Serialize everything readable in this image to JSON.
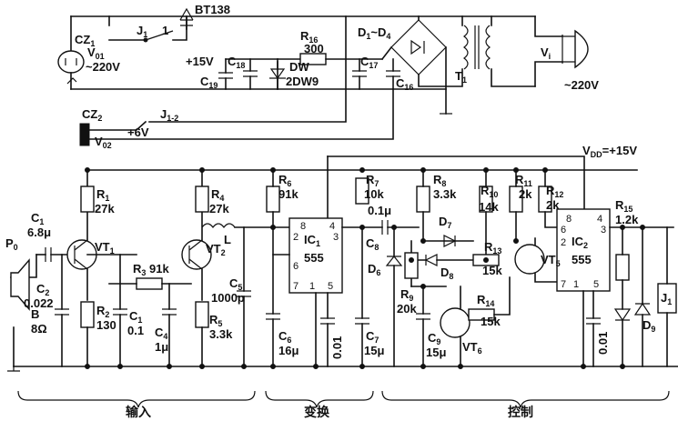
{
  "top_circuit": {
    "socket_out": "CZ",
    "socket_out_sub": "1",
    "v01": "V",
    "v01_sub": "01",
    "v01_value": "~220V",
    "triac": "BT138",
    "relay_contact": "J",
    "relay_contact_sub": "1",
    "relay_contact_no": "1",
    "r16": "R",
    "r16_sub": "16",
    "r16_value": "300",
    "bridge": "D",
    "bridge_sub1": "1",
    "bridge_to": "~D",
    "bridge_sub2": "4",
    "plus15": "+15V",
    "c18": "C",
    "c18_sub": "18",
    "c19": "C",
    "c19_sub": "19",
    "dw": "DW",
    "dw_part": "2DW9",
    "c17": "C",
    "c17_sub": "17",
    "c16": "C",
    "c16_sub": "16",
    "t1": "T",
    "t1_sub": "1",
    "vi": "V",
    "vi_sub": "i",
    "mains": "~220V",
    "cz2": "CZ",
    "cz2_sub": "2",
    "v02": "V",
    "v02_sub": "02",
    "plus6": "+6V",
    "relay2": "J",
    "relay2_sub": "1-2"
  },
  "main_circuit": {
    "vdd": "V",
    "vdd_sub": "DD",
    "vdd_value": "=+15V",
    "p0": "P",
    "p0_sub": "0",
    "speaker": "B",
    "speaker_value": "8Ω",
    "c1a": "C",
    "c1a_sub": "1",
    "c1a_value": "6.8μ",
    "c2": "C",
    "c2_sub": "2",
    "c2_value": "0.022",
    "r1": "R",
    "r1_sub": "1",
    "r1_value": "27k",
    "r2": "R",
    "r2_sub": "2",
    "r2_value": "130",
    "vt1": "VT",
    "vt1_sub": "1",
    "r3": "R",
    "r3_sub": "3",
    "r3_value": "91k",
    "c1b": "C",
    "c1b_sub": "1",
    "c1b_value": "0.1",
    "c4": "C",
    "c4_sub": "4",
    "c4_value": "1μ",
    "r4": "R",
    "r4_sub": "4",
    "r4_value": "27k",
    "vt2": "VT",
    "vt2_sub": "2",
    "l": "L",
    "c5": "C",
    "c5_sub": "5",
    "c5_value": "1000p",
    "r5": "R",
    "r5_sub": "5",
    "r5_value": "3.3k",
    "r6": "R",
    "r6_sub": "6",
    "r6_value": "91k",
    "ic1": "IC",
    "ic1_sub": "1",
    "ic1_part": "555",
    "ic1_pin8": "8",
    "ic1_pin4": "4",
    "ic1_pin2": "2",
    "ic1_pin3": "3",
    "ic1_pin6": "6",
    "ic1_pin7": "7",
    "ic1_pin1": "1",
    "ic1_pin5": "5",
    "c6": "C",
    "c6_sub": "6",
    "c6_value": "16μ",
    "c_ic1": "0.01",
    "c7": "C",
    "c7_sub": "7",
    "c7_value": "15μ",
    "r7": "R",
    "r7_sub": "7",
    "r7_value": "10k",
    "c8": "C",
    "c8_sub": "8",
    "c8_value": "0.1μ",
    "d6": "D",
    "d6_sub": "6",
    "r8": "R",
    "r8_sub": "8",
    "r8_value": "3.3k",
    "d7": "D",
    "d7_sub": "7",
    "d8": "D",
    "d8_sub": "8",
    "r9": "R",
    "r9_sub": "9",
    "r9_value": "20k",
    "c9": "C",
    "c9_sub": "9",
    "c9_value": "15μ",
    "vt6": "VT",
    "vt6_sub": "6",
    "r10": "R",
    "r10_sub": "10",
    "r10_value": "14k",
    "r11": "R",
    "r11_sub": "11",
    "r11_value": "2k",
    "r12": "R",
    "r12_sub": "12",
    "r12_value": "2k",
    "r13": "R",
    "r13_sub": "13",
    "r13_value": "15k",
    "r14": "R",
    "r14_sub": "14",
    "r14_value": "15k",
    "vt5": "VT",
    "vt5_sub": "5",
    "ic2": "IC",
    "ic2_sub": "2",
    "ic2_part": "555",
    "ic2_pin8": "8",
    "ic2_pin4": "4",
    "ic2_pin6": "6",
    "ic2_pin3": "3",
    "ic2_pin2": "2",
    "ic2_pin7": "7",
    "ic2_pin1": "1",
    "ic2_pin5": "5",
    "c_ic2": "0.01",
    "r15": "R",
    "r15_sub": "15",
    "r15_value": "1.2k",
    "d9": "D",
    "d9_sub": "9",
    "j1": "J",
    "j1_sub": "1"
  },
  "sections": {
    "input": "输入",
    "convert": "变换",
    "control": "控制"
  }
}
